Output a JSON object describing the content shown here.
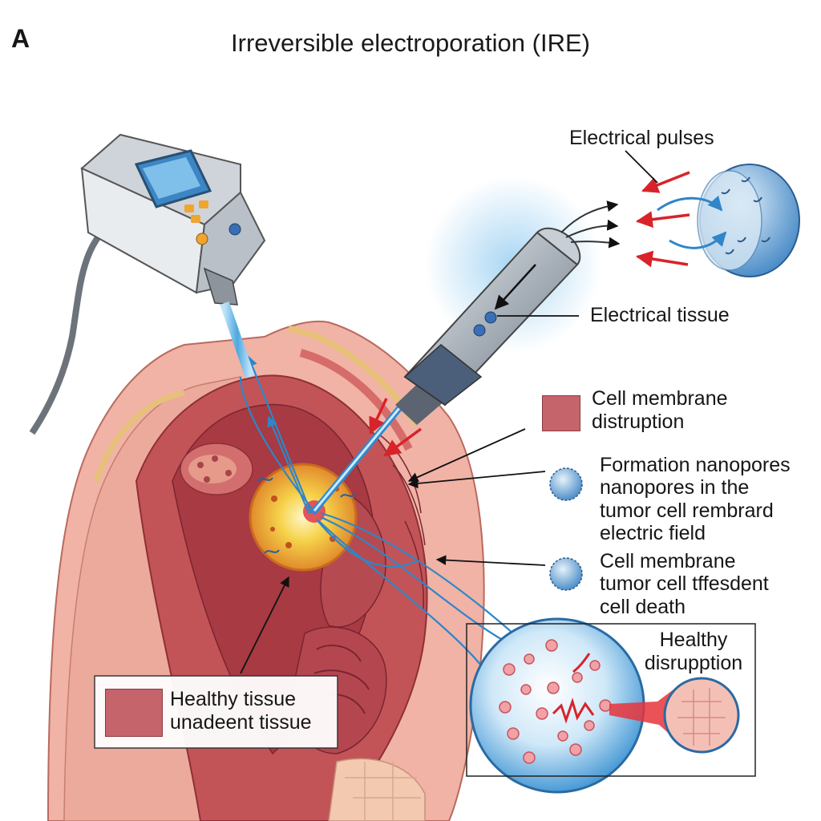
{
  "panel_label": "A",
  "title": "Irreversible electroporation (IRE)",
  "labels": {
    "electrical_pulses": "Electrical pulses",
    "electrical_tissue": "Electrical tissue",
    "cell_membrane_disruption": [
      "Cell membrane",
      "distruption"
    ],
    "formation_nanopores": [
      "Formation nanopores",
      "nanopores in the",
      "tumor cell rembrard",
      "electric field"
    ],
    "cell_membrane_death": [
      "Cell membrane",
      "tumor cell tffesdent",
      "cell death"
    ],
    "healthy_disrupption": [
      "Healthy",
      "disrupption"
    ],
    "healthy_tissue_legend": [
      "Healthy tissue",
      "unadeent tissue"
    ]
  },
  "colors": {
    "tissue": "#e9a59b",
    "tissue_dark": "#b94a4f",
    "tumor": "#f2c13a",
    "probe": "#9aa3ad",
    "beam": "#5fb2e3",
    "arrow_red": "#d8232a",
    "legend_swatch": "#c5646b",
    "cell_blue": "#4f8fc9"
  }
}
